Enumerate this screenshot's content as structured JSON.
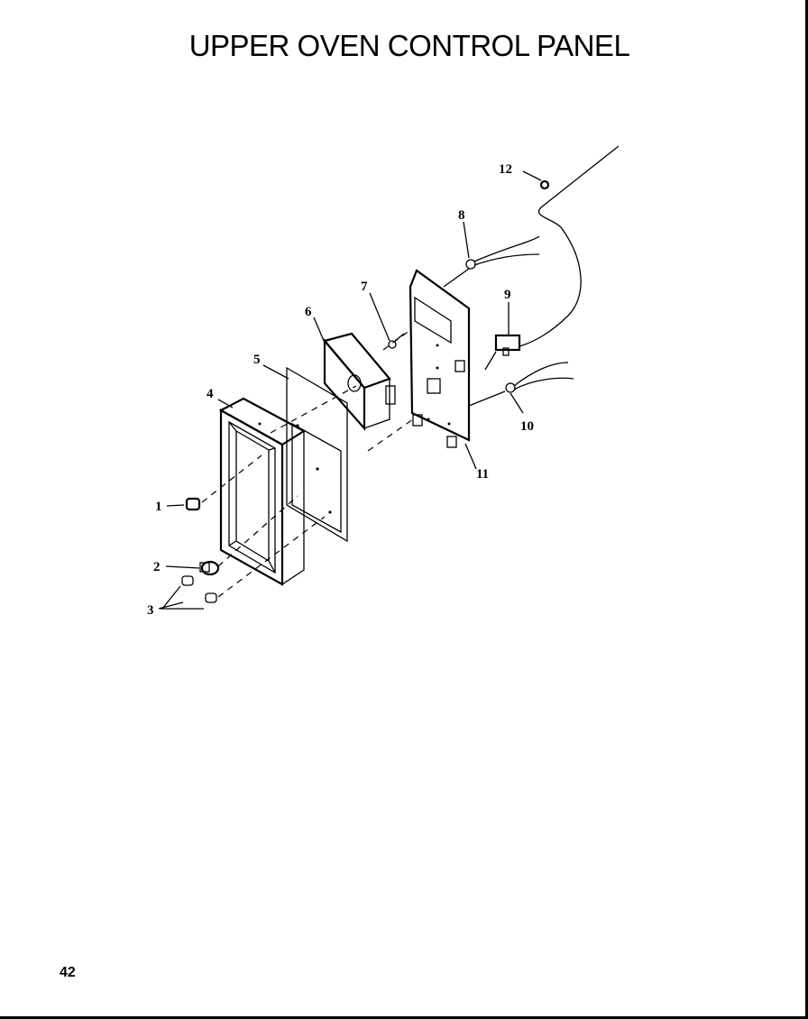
{
  "title": "UPPER OVEN CONTROL PANEL",
  "page_number": "42",
  "callouts": [
    "1",
    "2",
    "3",
    "4",
    "5",
    "6",
    "7",
    "8",
    "9",
    "10",
    "11",
    "12"
  ]
}
